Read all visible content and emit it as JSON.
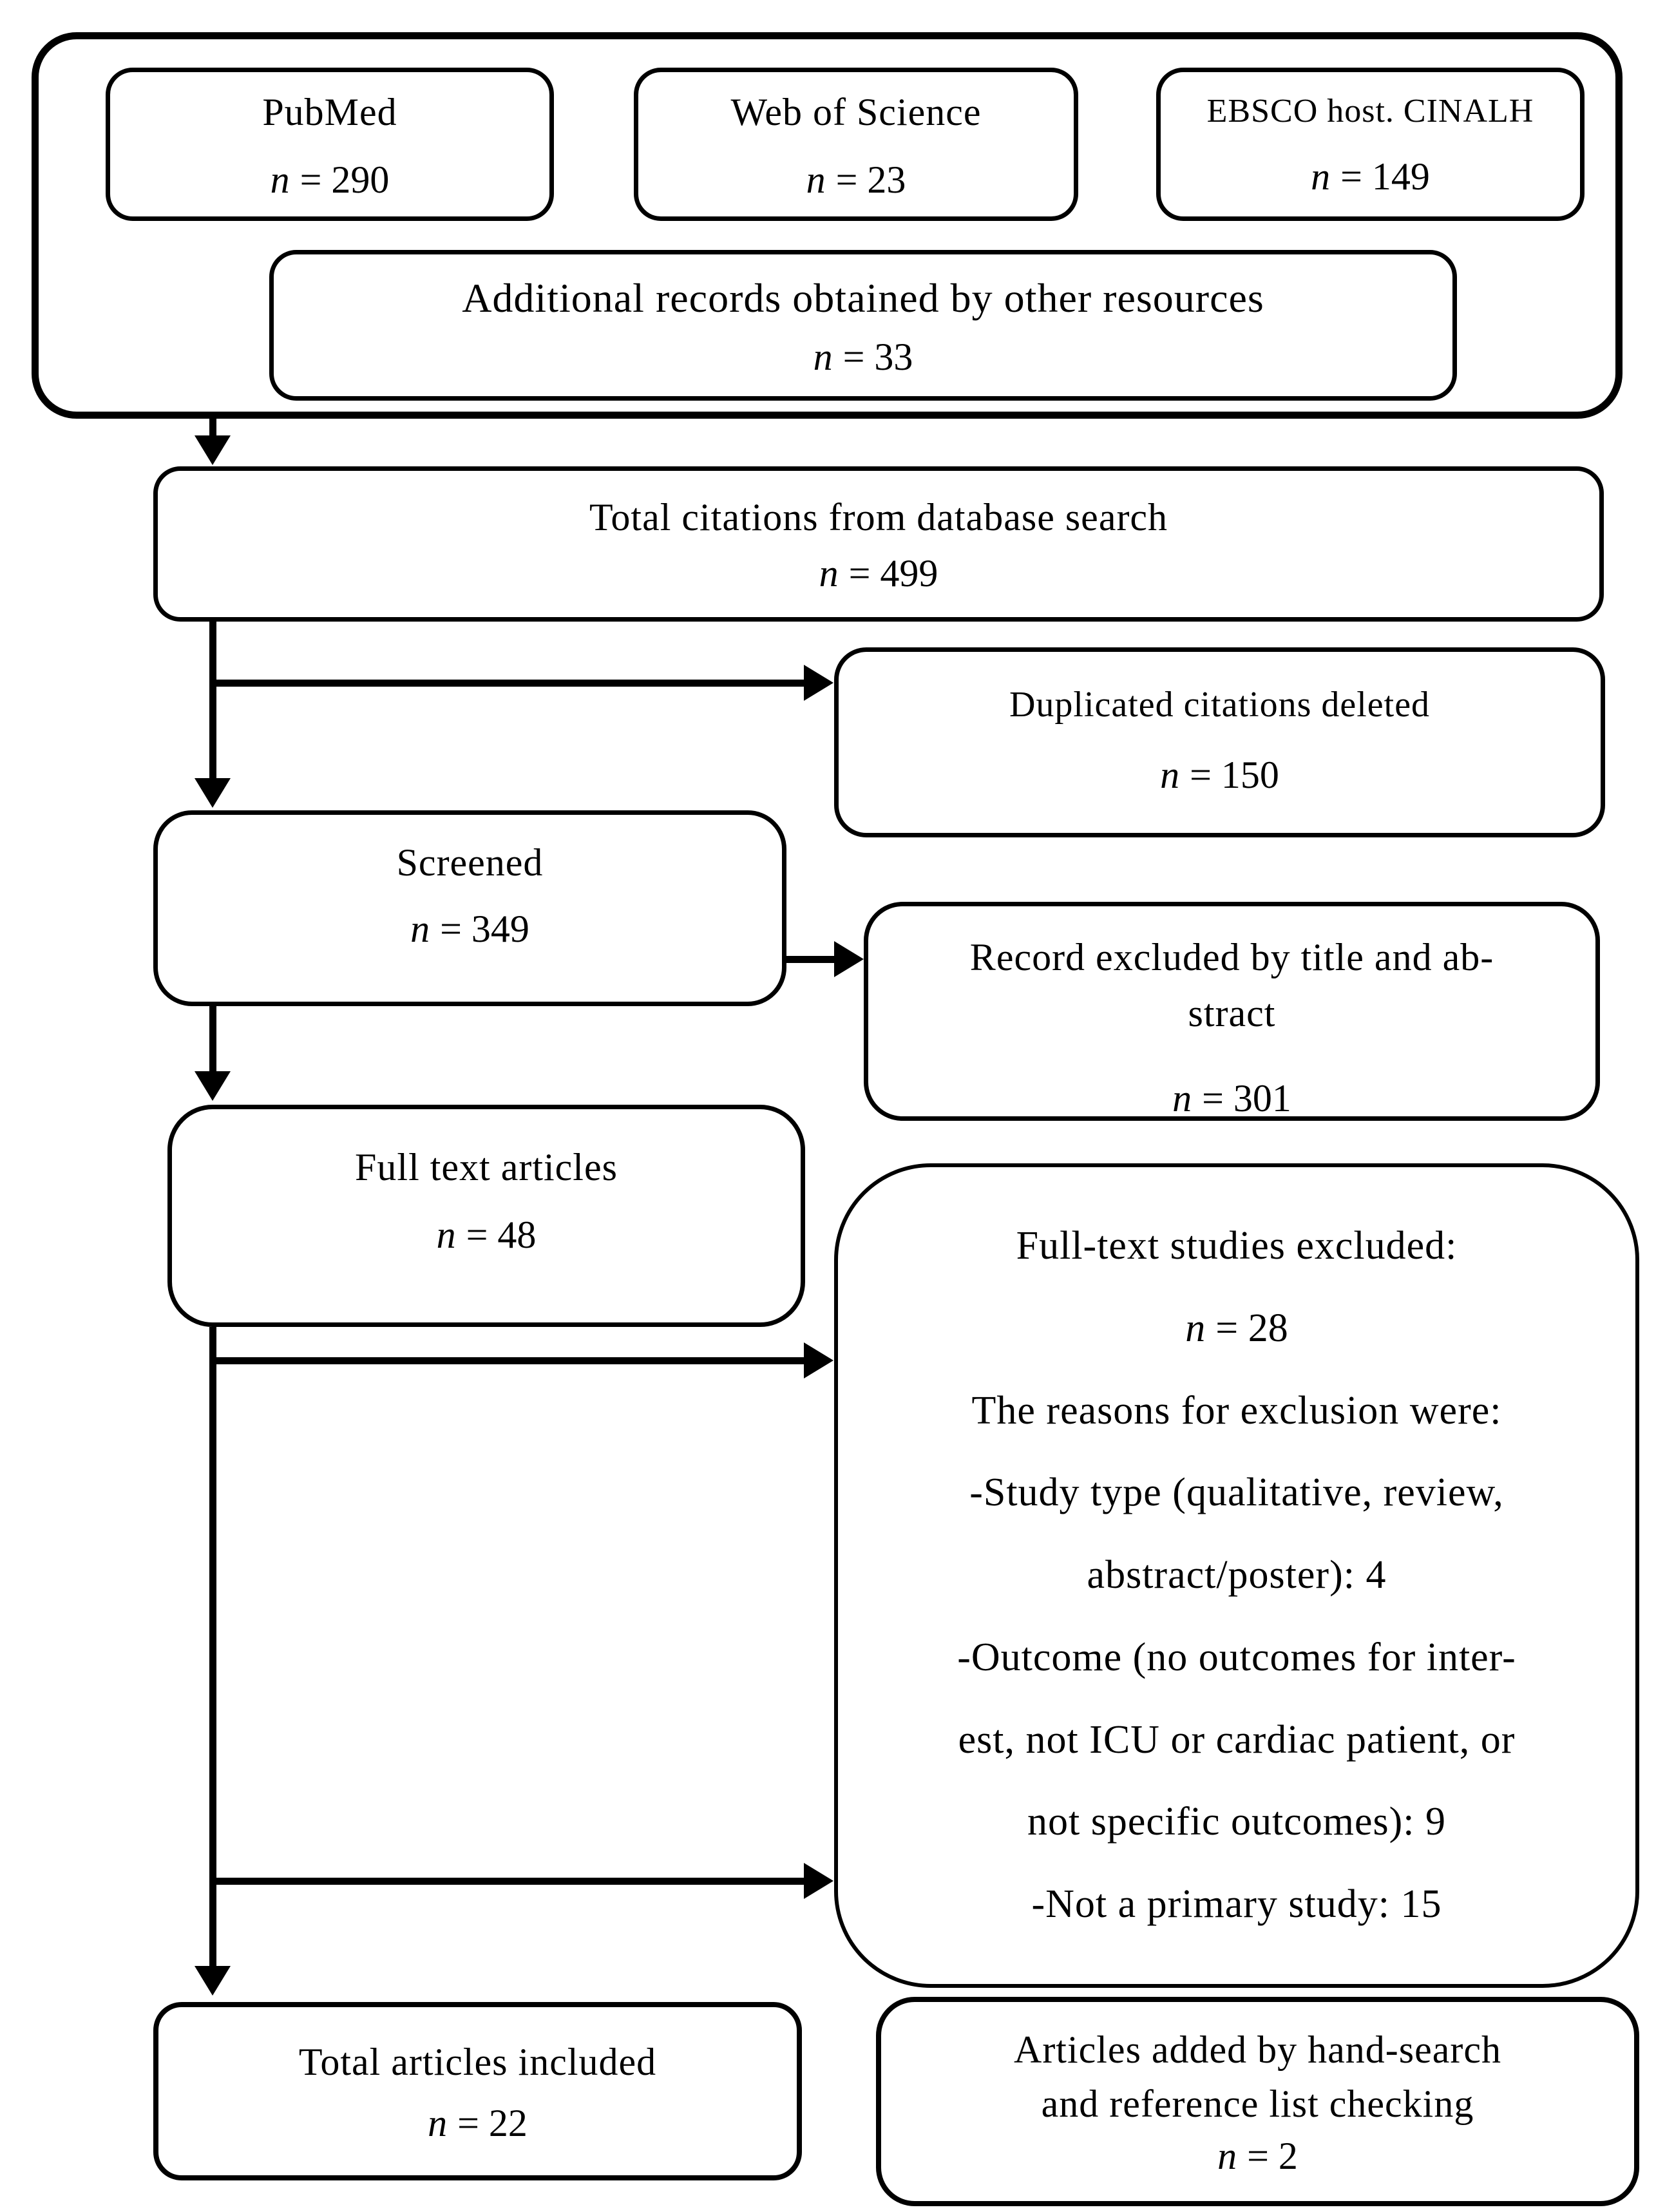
{
  "colors": {
    "ink": "#000000",
    "paper": "#ffffff"
  },
  "figure": {
    "boxes": {
      "pubmed": {
        "title": "PubMed",
        "n_sym": "n",
        "n_val": "= 290"
      },
      "web_of_science": {
        "title": "Web of Science",
        "n_sym": "n",
        "n_val": "= 23"
      },
      "ebsco": {
        "title": "EBSCO host. CINALH",
        "n_sym": "n",
        "n_val": "= 149"
      },
      "additional_records": {
        "title": "Additional records obtained by other resources",
        "n_sym": "n",
        "n_val": "= 33"
      },
      "total_citations": {
        "title": "Total citations from database search",
        "n_sym": "n",
        "n_val": "= 499"
      },
      "duplicates_deleted": {
        "title": "Duplicated citations deleted",
        "n_sym": "n",
        "n_val": "= 150"
      },
      "screened": {
        "title": "Screened",
        "n_sym": "n",
        "n_val": "= 349"
      },
      "record_excluded": {
        "line1": "Record excluded by title and ab-",
        "line2": "stract",
        "n_sym": "n",
        "n_val": "= 301"
      },
      "full_text": {
        "title": "Full text articles",
        "n_sym": "n",
        "n_val": "= 48"
      },
      "full_text_excluded": {
        "line1": "Full-text studies excluded:",
        "n_sym": "n",
        "n_val": "= 28",
        "line2": "The reasons for exclusion were:",
        "line3": "-Study type (qualitative, review,",
        "line4": "abstract/poster): 4",
        "line5": "-Outcome (no outcomes for inter-",
        "line6": "est, not ICU or cardiac patient, or",
        "line7": "not specific outcomes): 9",
        "line8": "-Not a primary study: 15"
      },
      "total_included": {
        "title": "Total articles included",
        "n_sym": "n",
        "n_val": "= 22"
      },
      "hand_search": {
        "line1": "Articles added by hand-search",
        "line2": "and reference list checking",
        "n_sym": "n",
        "n_val": "= 2"
      }
    }
  }
}
